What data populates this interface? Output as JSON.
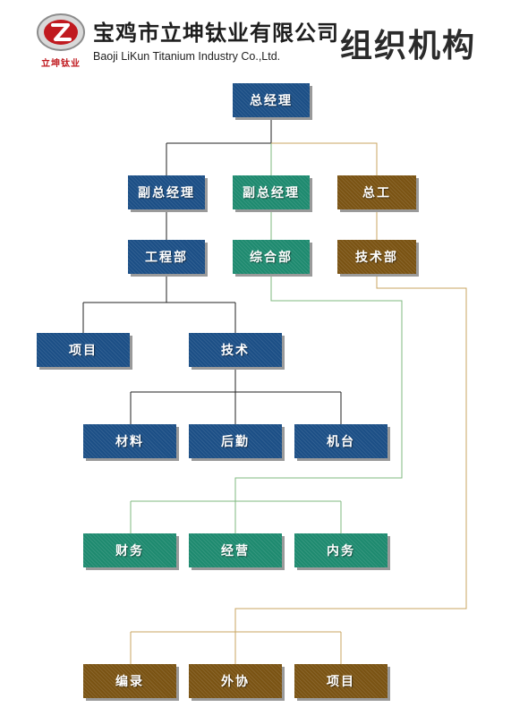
{
  "header": {
    "company_cn": "宝鸡市立坤钛业有限公司",
    "company_en": "Baoji LiKun Titanium Industry Co.,Ltd.",
    "logo_text": "立坤钛业",
    "title": "组织机构"
  },
  "colors": {
    "blue": "#1c4f86",
    "green": "#1e8a6f",
    "brown": "#7a5313",
    "line_black": "#222222",
    "line_green": "#7fb87f",
    "line_brown": "#c8a460",
    "logo_red": "#c01a1f"
  },
  "org": {
    "ceo": "总经理",
    "vp_left": "副总经理",
    "vp_mid": "副总经理",
    "chief_engineer": "总工",
    "engineering_dept": "工程部",
    "general_dept": "综合部",
    "technical_dept": "技术部",
    "projects": "项目",
    "technology": "技术",
    "materials": "材料",
    "logistics": "后勤",
    "machines": "机台",
    "finance": "财务",
    "operations": "经营",
    "internal_affairs": "内务",
    "editing": "编录",
    "external_coop": "外协",
    "tech_projects": "项目"
  }
}
